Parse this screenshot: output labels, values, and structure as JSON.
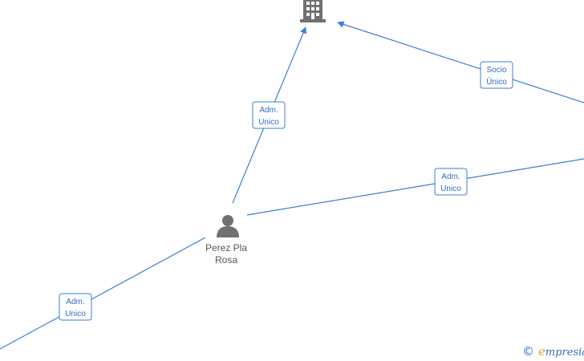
{
  "colors": {
    "edge": "#3a7fd5",
    "edge_label_text": "#2f6fc0",
    "node_icon": "#707070",
    "node_label": "#555555",
    "logo_accent": "#f0a030"
  },
  "nodes": {
    "company": {
      "icon": "building-icon",
      "label": ""
    },
    "person": {
      "icon": "person-icon",
      "label_line1": "Perez Pla",
      "label_line2": "Rosa"
    }
  },
  "edges": [
    {
      "line1": "Adm.",
      "line2": "Unico"
    },
    {
      "line1": "Socio",
      "line2": "Único"
    },
    {
      "line1": "Adm.",
      "line2": "Unico"
    },
    {
      "line1": "Adm.",
      "line2": "Unico"
    }
  ],
  "footer": {
    "copyright_symbol": "©",
    "brand_initial": "e",
    "brand_rest": "mpresia"
  }
}
